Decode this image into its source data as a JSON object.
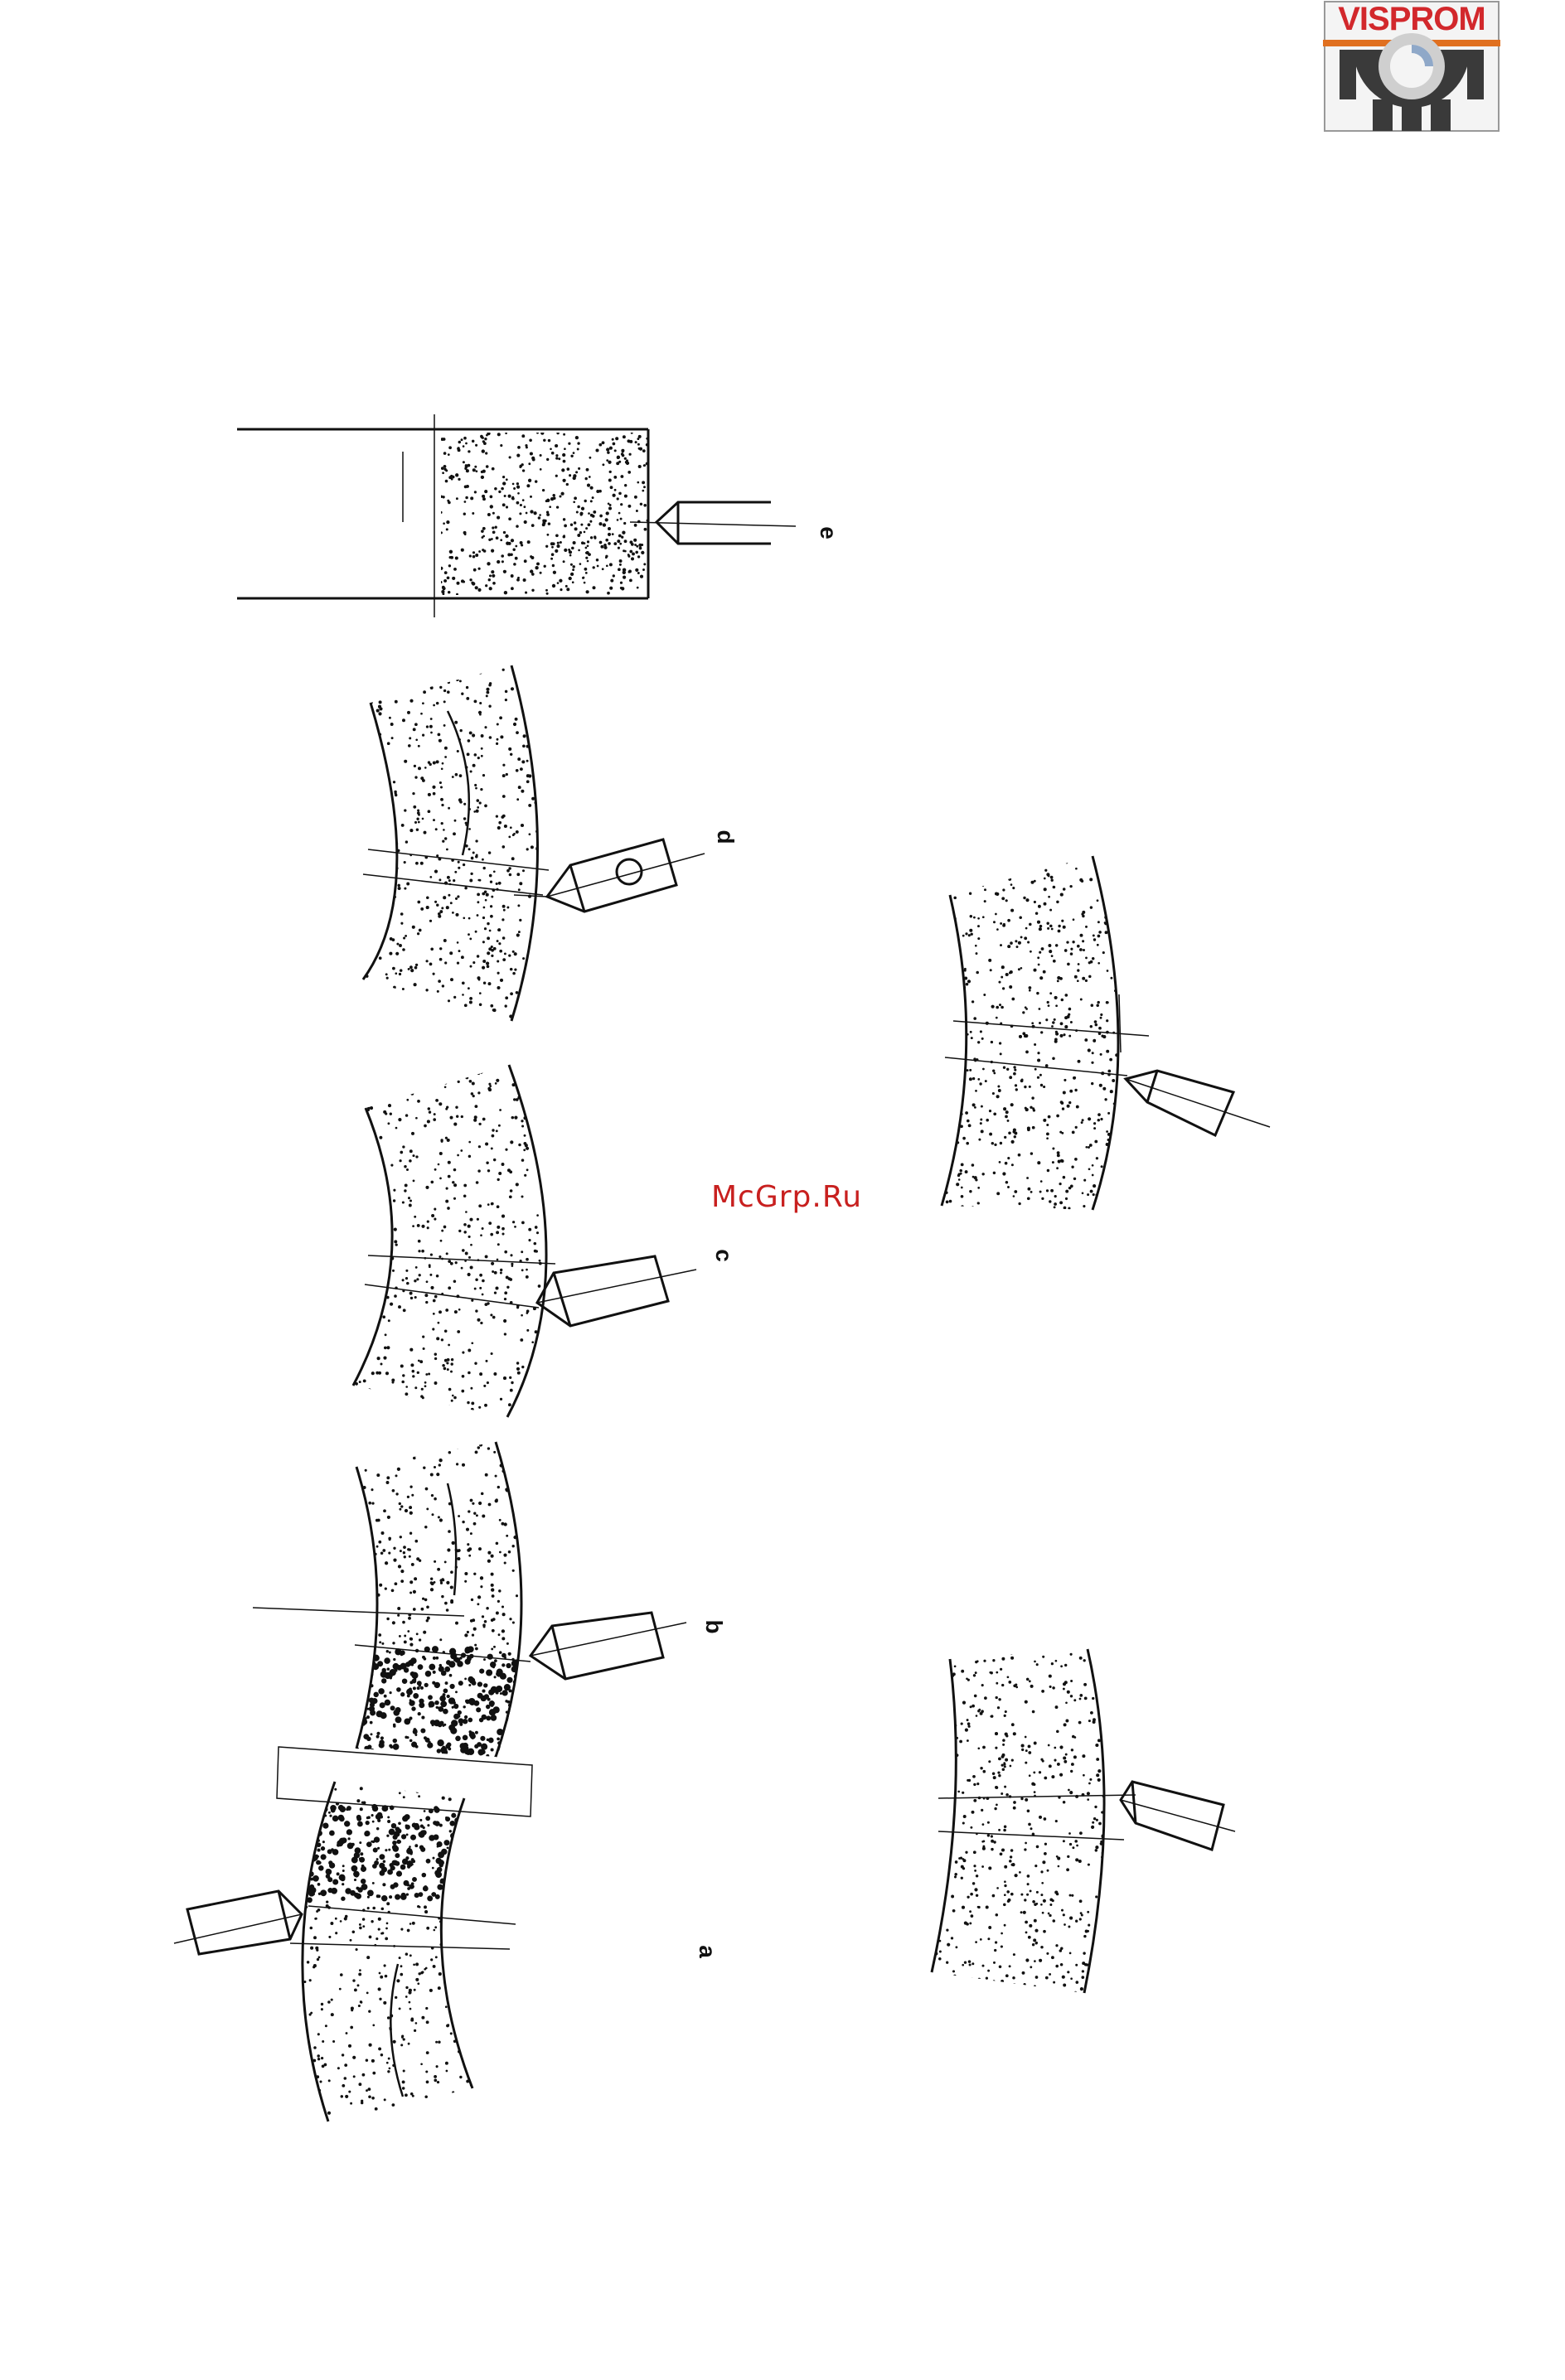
{
  "logo": {
    "text": "VISPROM"
  },
  "watermark": {
    "text": "McGrp.Ru"
  },
  "panels": {
    "e": {
      "label": "e"
    },
    "d": {
      "label": "d"
    },
    "c": {
      "label": "c"
    },
    "b": {
      "label": "b"
    },
    "a": {
      "label": "a"
    }
  },
  "colors": {
    "logo_red": "#d2282c",
    "logo_gear": "#3a3a3a",
    "watermark": "#c8201f",
    "ink": "#111111"
  }
}
